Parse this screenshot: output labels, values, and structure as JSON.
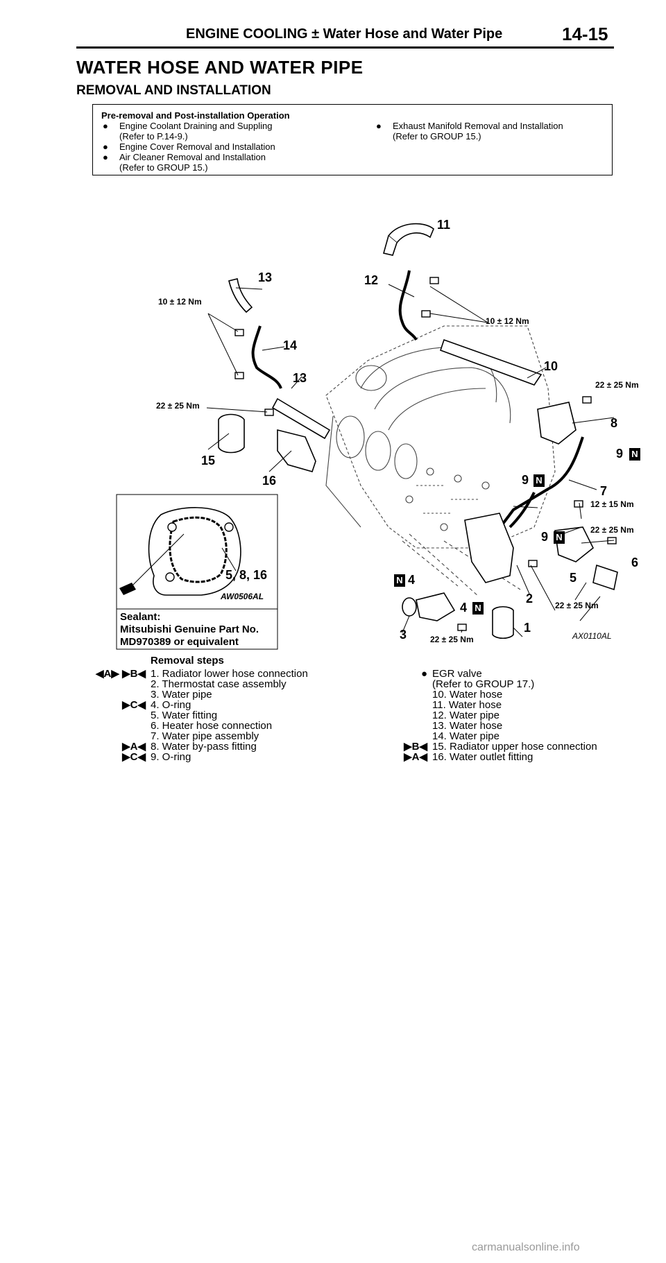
{
  "header": {
    "title": "ENGINE COOLING ± Water Hose and Water Pipe",
    "page": "14-15"
  },
  "section_title": "WATER HOSE AND WATER PIPE",
  "subsection_title": "REMOVAL AND INSTALLATION",
  "pre_removal": {
    "title": "Pre-removal and Post-installation Operation",
    "col1": [
      [
        "Engine Coolant Draining and Suppling",
        "(Refer to P.14-9.)"
      ],
      [
        "Engine Cover Removal and Installation"
      ],
      [
        "Air Cleaner Removal and Installation",
        "(Refer to GROUP 15.)"
      ]
    ],
    "col2": [
      [
        "Exhaust Manifold Removal and Installation",
        "(Refer to GROUP 15.)"
      ]
    ]
  },
  "diagram": {
    "torque_10_12": "10 ± 12 Nm",
    "torque_22_25": "22 ± 25 Nm",
    "torque_12_15": "12 ± 15 Nm",
    "inset_label": "5, 8, 16",
    "inset_code": "AW0506AL",
    "figure_code": "AX0110AL",
    "sealant_lines": [
      "Sealant:",
      "Mitsubishi Genuine Part No.",
      "MD970389 or equivalent"
    ],
    "n_mark": "N",
    "part_numbers": [
      "1",
      "2",
      "3",
      "4",
      "4",
      "5",
      "6",
      "7",
      "8",
      "9",
      "9",
      "9",
      "10",
      "11",
      "12",
      "13",
      "13",
      "14",
      "15",
      "16"
    ]
  },
  "removal_steps": {
    "title": "Removal steps",
    "left": [
      "1. Radiator lower hose connection",
      "2. Thermostat case assembly",
      "3. Water pipe",
      "4. O-ring",
      "5. Water fitting",
      "6. Heater hose connection",
      "7. Water pipe assembly",
      "8. Water by-pass fitting",
      "9. O-ring"
    ],
    "left_marks": [
      "◀A▶ ▶B◀",
      "",
      "",
      "▶C◀",
      "",
      "",
      "",
      "▶A◀",
      "▶C◀"
    ],
    "right": [
      "EGR valve",
      "(Refer to GROUP 17.)",
      "10. Water hose",
      "11. Water hose",
      "12. Water pipe",
      "13. Water hose",
      "14. Water pipe",
      "15. Radiator upper hose connection",
      "16. Water outlet fitting"
    ],
    "right_marks": [
      "",
      "",
      "",
      "",
      "",
      "",
      "",
      "▶B◀",
      "▶A◀"
    ]
  },
  "footer": "carmanualsonline.info"
}
